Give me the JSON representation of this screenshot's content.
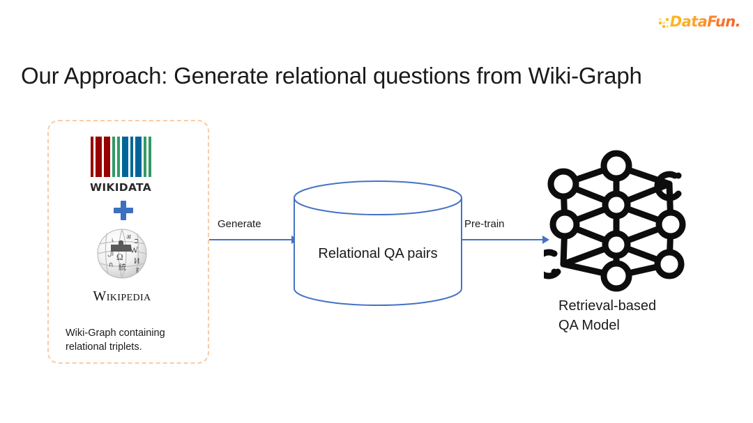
{
  "brand": {
    "name": "DataFun.",
    "accent_from": "#FDBA21",
    "accent_to": "#F4602C",
    "dots_icon": "dots-grid-icon"
  },
  "slide": {
    "title": "Our Approach: Generate relational questions from Wiki-Graph",
    "background": "#ffffff"
  },
  "source": {
    "box_border_color": "#F9CBA7",
    "caption": "Wiki-Graph containing relational triplets.",
    "wikidata": {
      "label": "WIKIDATA",
      "colors": {
        "red": "#990000",
        "green": "#339966",
        "blue": "#006699"
      },
      "bars": [
        {
          "color": "#990000",
          "width": 4
        },
        {
          "color": "#990000",
          "width": 9
        },
        {
          "color": "#990000",
          "width": 9
        },
        {
          "color": "#339966",
          "width": 4
        },
        {
          "color": "#339966",
          "width": 4
        },
        {
          "color": "#006699",
          "width": 9
        },
        {
          "color": "#006699",
          "width": 4
        },
        {
          "color": "#006699",
          "width": 9
        },
        {
          "color": "#339966",
          "width": 4
        },
        {
          "color": "#339966",
          "width": 4
        }
      ]
    },
    "plus_icon": "plus-icon",
    "plus_color": "#3C6FBF",
    "wikipedia": {
      "label": "Wikipedia",
      "globe_icon": "wikipedia-puzzle-globe-icon"
    }
  },
  "flow": {
    "arrow_color": "#4472C4",
    "generate_label": "Generate",
    "pretrain_label": "Pre-train",
    "arrow_generate_icon": "arrow-right-icon",
    "arrow_pretrain_icon": "arrow-right-icon"
  },
  "datastore": {
    "label": "Relational QA pairs",
    "shape": "cylinder",
    "outline_color": "#4472C4",
    "fill_color": "#ffffff"
  },
  "model": {
    "label_line1": "Retrieval-based",
    "label_line2": "QA Model",
    "icon": "neural-network-icon",
    "icon_color": "#0d0d0d"
  }
}
